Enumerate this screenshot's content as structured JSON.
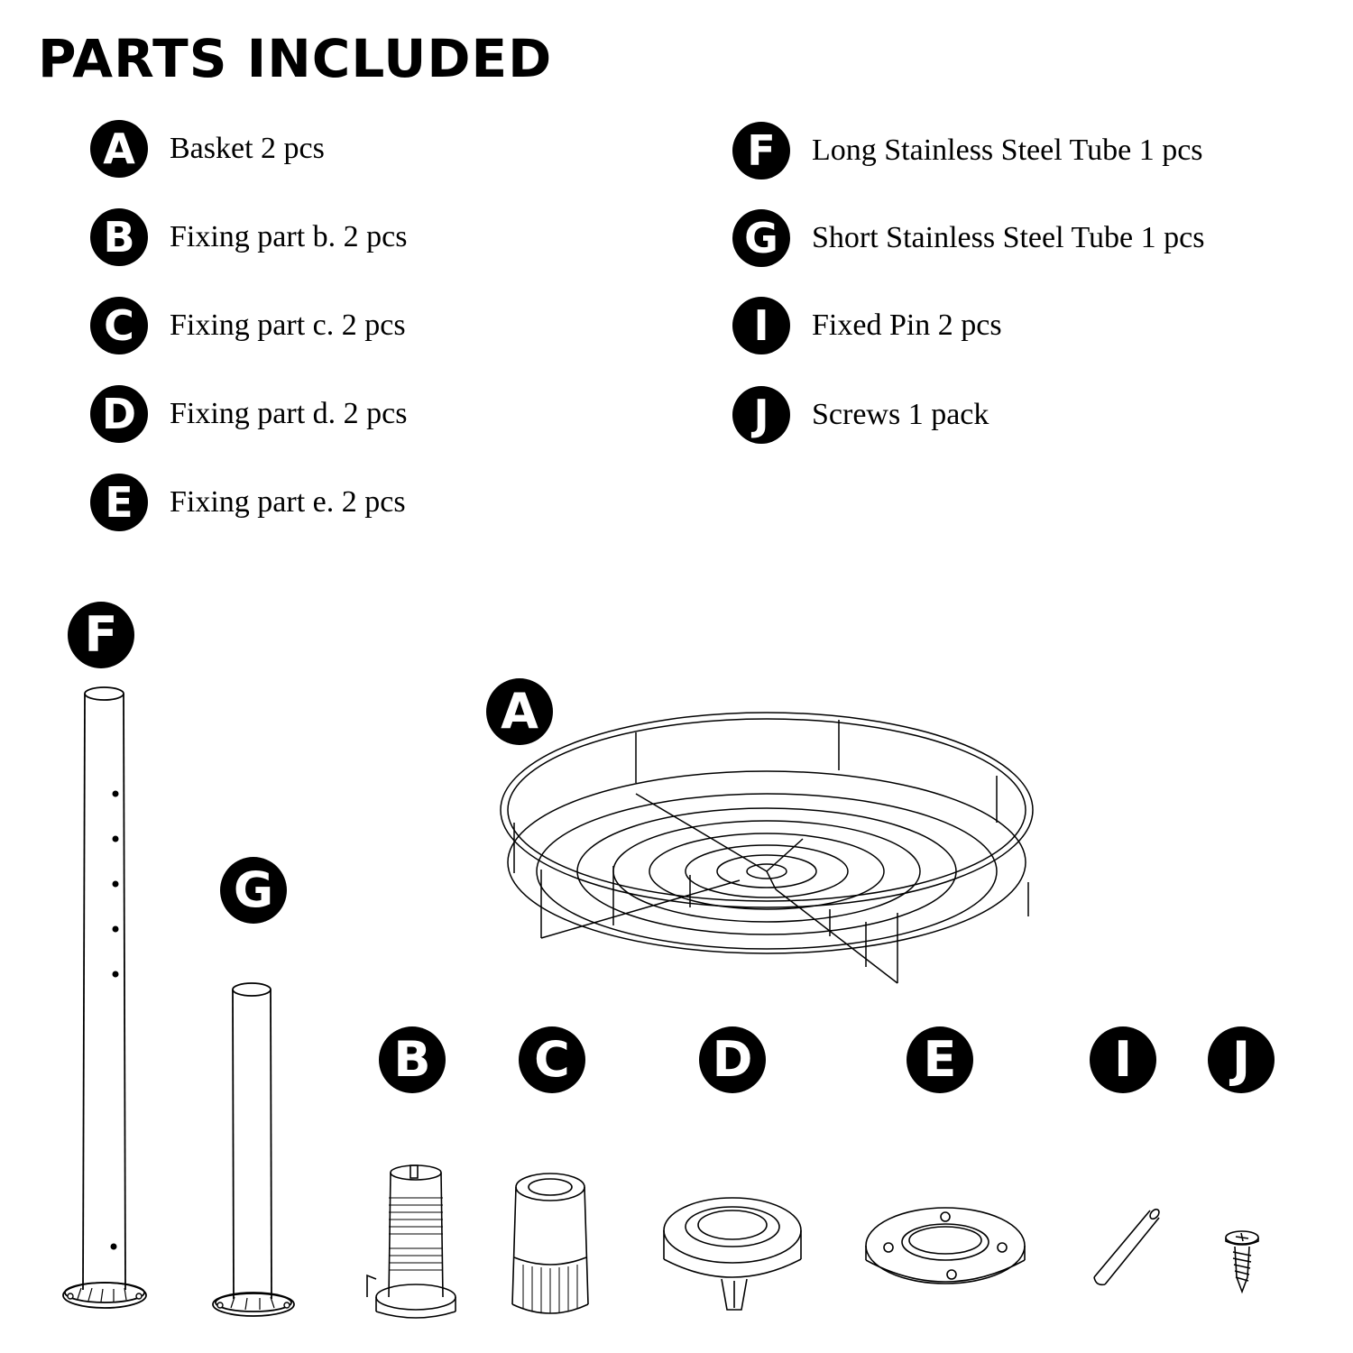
{
  "title": "PARTS INCLUDED",
  "parts_left": [
    {
      "letter": "A",
      "text": "Basket 2 pcs"
    },
    {
      "letter": "B",
      "text": "Fixing part b. 2 pcs"
    },
    {
      "letter": "C",
      "text": "Fixing part c. 2 pcs"
    },
    {
      "letter": "D",
      "text": "Fixing part d. 2 pcs"
    },
    {
      "letter": "E",
      "text": "Fixing part e. 2 pcs"
    }
  ],
  "parts_right": [
    {
      "letter": "F",
      "text": "Long Stainless Steel Tube 1 pcs"
    },
    {
      "letter": "G",
      "text": "Short Stainless Steel Tube 1 pcs"
    },
    {
      "letter": "I",
      "text": "Fixed Pin 2 pcs"
    },
    {
      "letter": "J",
      "text": "Screws  1 pack"
    }
  ],
  "figure_labels": {
    "f": "F",
    "g": "G",
    "a": "A",
    "b": "B",
    "c": "C",
    "d": "D",
    "e": "E",
    "i": "I",
    "j": "J"
  }
}
